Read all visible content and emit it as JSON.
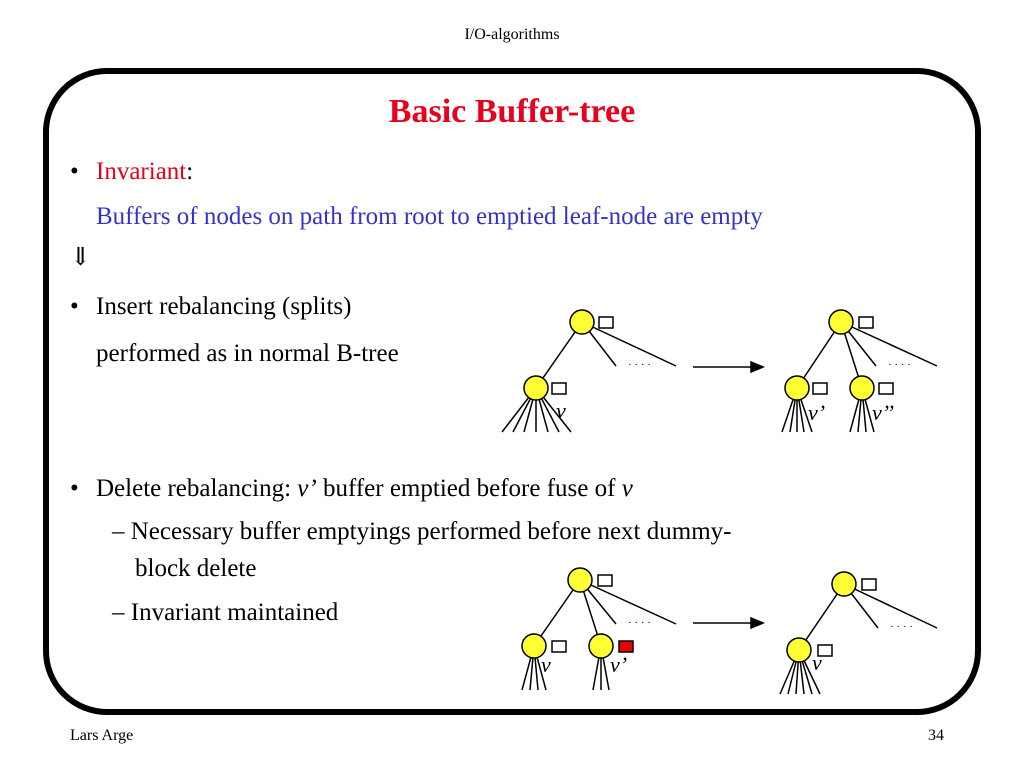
{
  "header": {
    "title": "I/O-algorithms"
  },
  "footer": {
    "author": "Lars Arge",
    "page": "34"
  },
  "slide": {
    "title": "Basic Buffer-tree",
    "bullet1": {
      "term": "Invariant",
      "colon": ":",
      "text": "Buffers of nodes on path from root to emptied leaf-node are empty"
    },
    "implies": "⇓",
    "bullet2": {
      "line1": "Insert rebalancing (splits)",
      "line2": "performed as in normal B-tree"
    },
    "bullet3": {
      "prefix": "Delete rebalancing: ",
      "vprime": "v’",
      "middle": " buffer emptied before fuse of ",
      "v": "v"
    },
    "sub1": {
      "line1": "– Necessary buffer emptyings performed before next dummy-",
      "line2": "block delete"
    },
    "sub2": "– Invariant maintained",
    "bullet_char": "•"
  },
  "diagram_labels": {
    "insert_before_v": "v",
    "insert_after_v1": "v’",
    "insert_after_v2": "v’’",
    "delete_before_v": "v",
    "delete_before_vprime": "v’",
    "delete_after_v": "v",
    "dots": "· · · ·"
  },
  "colors": {
    "title": "#e8001c",
    "blue_text": "#3333cc",
    "node_fill": "#ffff33",
    "buffer_full": "#ee0000"
  }
}
